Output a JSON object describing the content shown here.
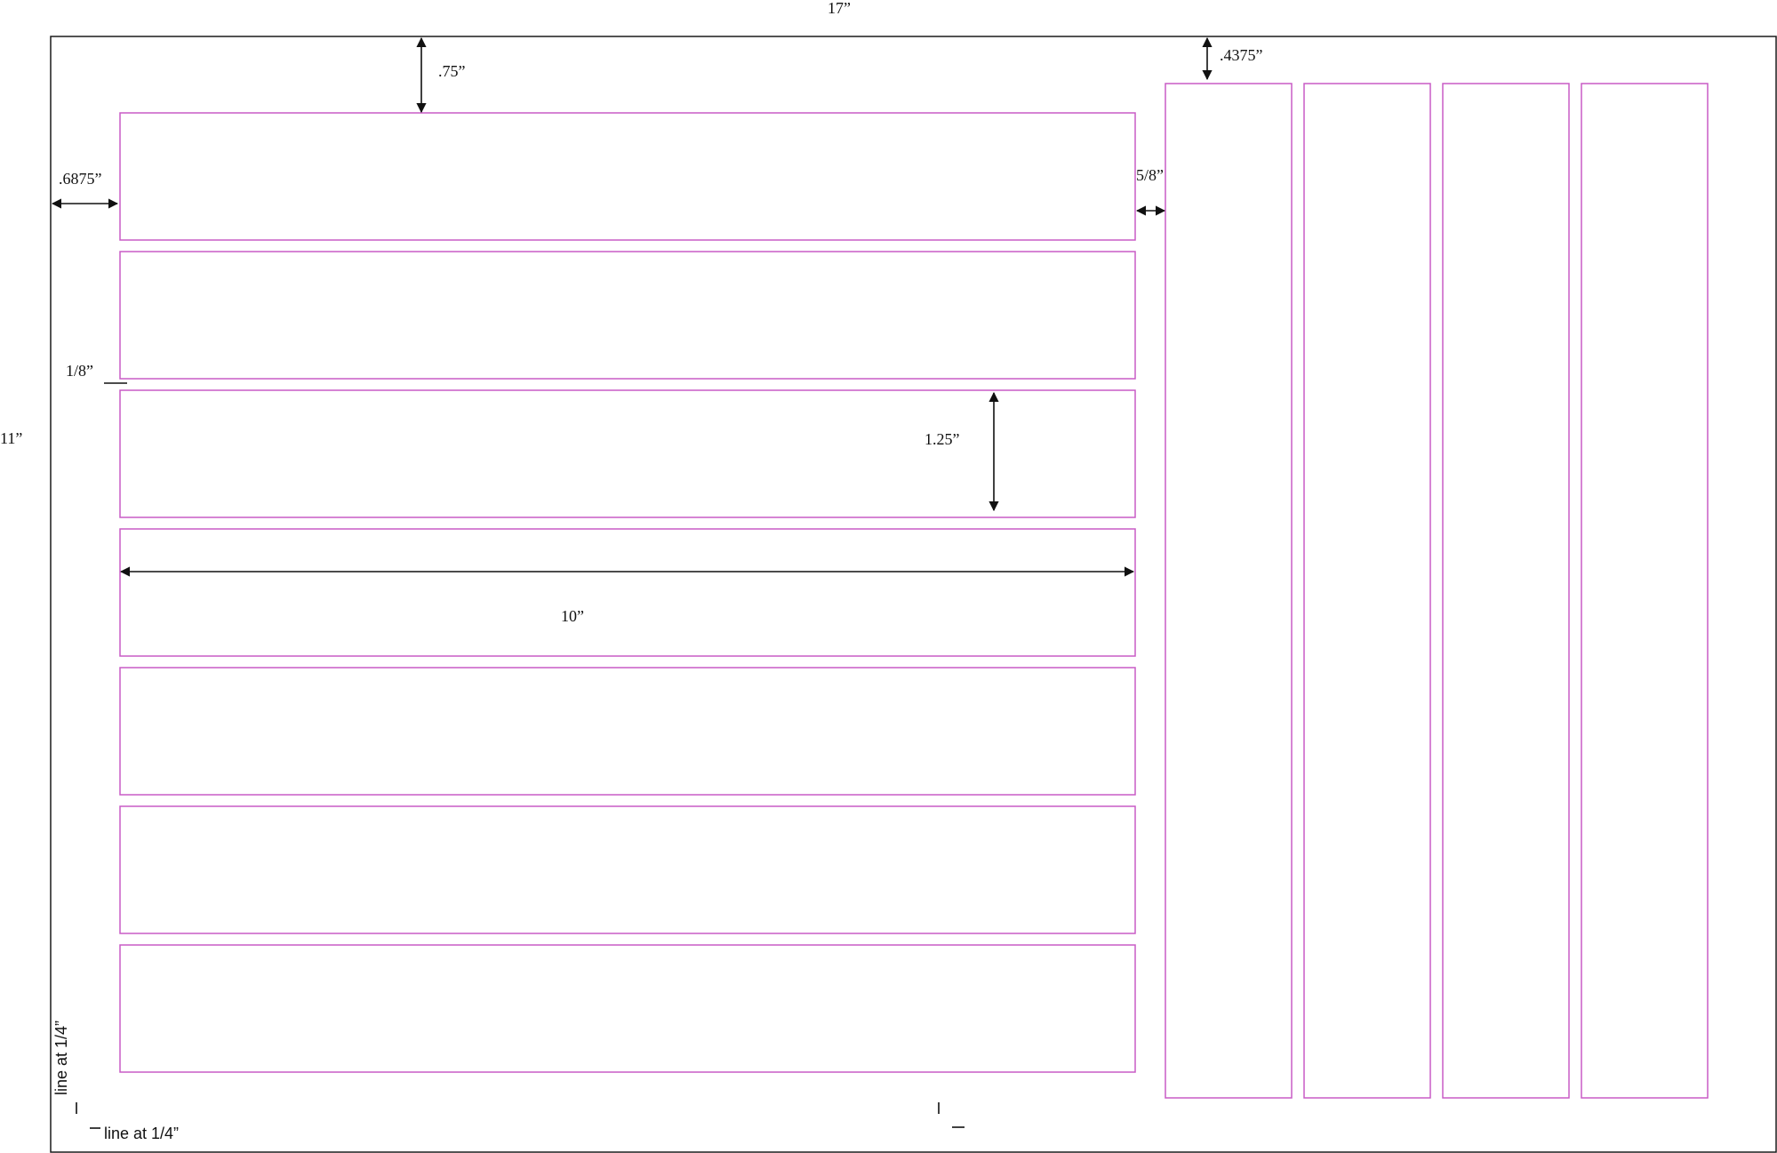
{
  "sheet": {
    "width_label": "17”",
    "height_label": "11”",
    "colors": {
      "frame": "#1a1a1a",
      "panel_outline": "#c95cc5",
      "dimension": "#111111"
    }
  },
  "dimensions": {
    "top_margin": ".75”",
    "right_top_margin": ".4375”",
    "left_margin": ".6875”",
    "column_gap": "5/8”",
    "row_gap": "1/8”",
    "panel_height": "1.25”",
    "panel_width": "10”"
  },
  "guides": {
    "left_vertical": "line at 1/4”",
    "bottom_horizontal": "line at 1/4”"
  },
  "layout": {
    "horizontal_panel_count": 7,
    "vertical_panel_count": 4
  }
}
